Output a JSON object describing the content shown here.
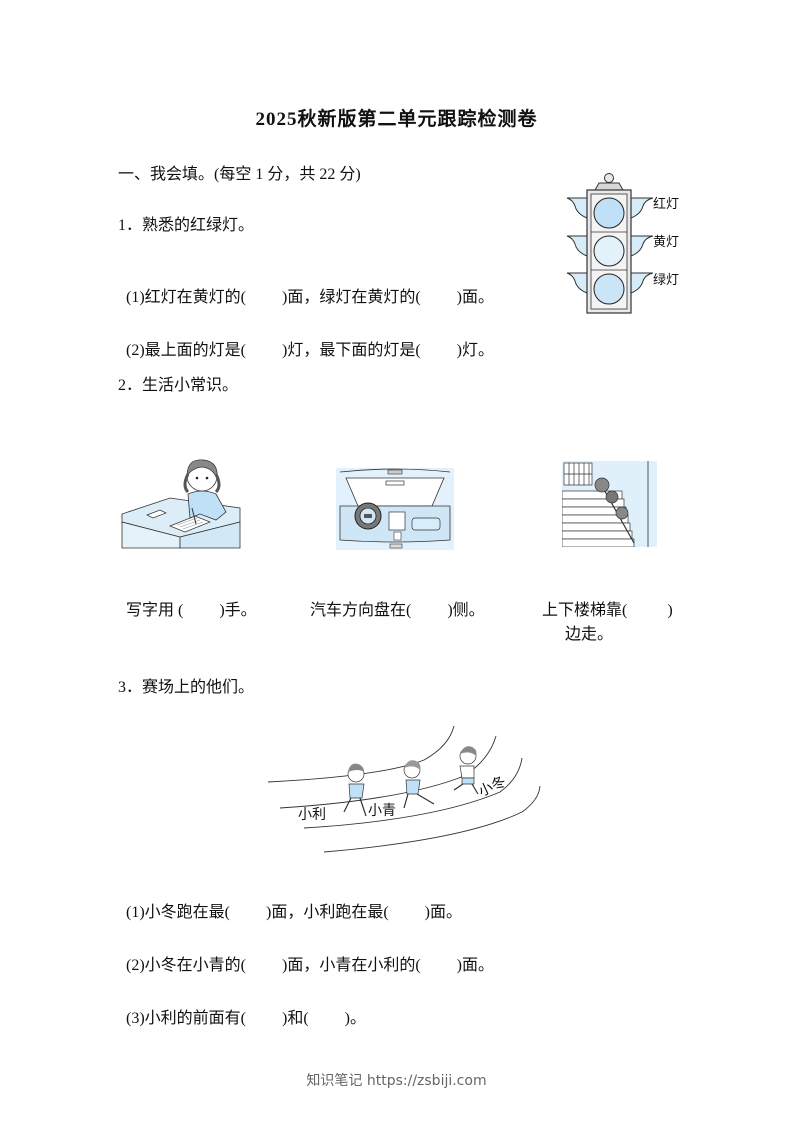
{
  "title": "2025秋新版第二单元跟踪检测卷",
  "section": {
    "heading": "一、我会填。(每空 1 分，共 22 分)"
  },
  "q1": {
    "label": "1．熟悉的红绿灯。",
    "items": [
      {
        "prefix": "(1)红灯在黄灯的(",
        "mid": ")面，绿灯在黄灯的(",
        "suffix": ")面。"
      },
      {
        "prefix": "(2)最上面的灯是(",
        "mid": ")灯，最下面的灯是(",
        "suffix": ")灯。"
      }
    ],
    "figure": {
      "lights": [
        "红灯",
        "黄灯",
        "绿灯"
      ],
      "colors": {
        "fill": "#cfe6f7",
        "wing": "#d6ecf9",
        "body": "#e9e9e9",
        "stroke": "#333333"
      }
    }
  },
  "q2": {
    "label": "2．生活小常识。",
    "captions": [
      {
        "prefix": "写字用 (",
        "suffix": ")手。"
      },
      {
        "prefix": "汽车方向盘在(",
        "suffix": ")侧。"
      },
      {
        "prefix": "上下楼梯靠(",
        "suffix": ")",
        "line2": "边走。"
      }
    ],
    "figures": [
      "girl-writing-at-desk",
      "car-dashboard-steering-wheel",
      "children-on-stairs"
    ]
  },
  "q3": {
    "label": "3．赛场上的他们。",
    "runners": [
      "小利",
      "小青",
      "小冬"
    ],
    "items": [
      {
        "prefix": "(1)小冬跑在最(",
        "mid": ")面，小利跑在最(",
        "suffix": ")面。"
      },
      {
        "prefix": "(2)小冬在小青的(",
        "mid": ")面，小青在小利的(",
        "suffix": ")面。"
      },
      {
        "prefix": "(3)小利的前面有(",
        "mid": ")和(",
        "suffix": ")。"
      }
    ]
  },
  "footer": "知识笔记 https://zsbiji.com"
}
